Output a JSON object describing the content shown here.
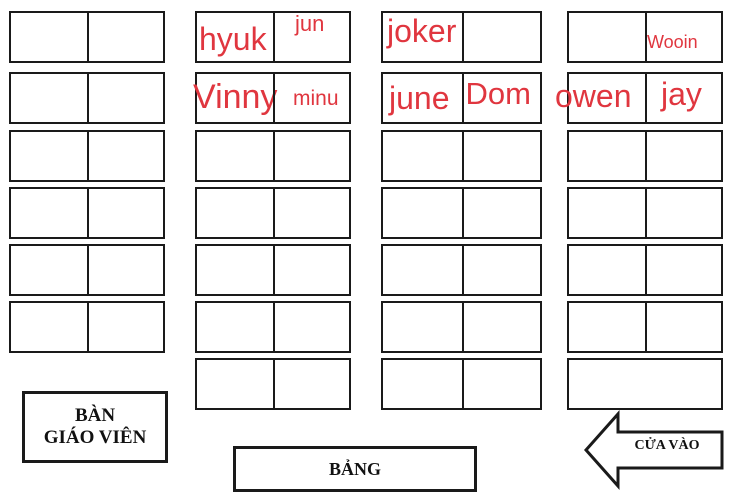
{
  "teacher_desk": {
    "line1": "BÀN",
    "line2": "GIÁO VIÊN"
  },
  "board": {
    "label": "BẢNG"
  },
  "entrance": {
    "label": "CỬA VÀO",
    "icon": "arrow-left-icon"
  },
  "colors": {
    "name_color": "#e0363f",
    "line_color": "#1a1a1a"
  },
  "columns": [
    {
      "name": "column-1",
      "rows": [
        {
          "seats": [
            "",
            ""
          ]
        },
        {
          "seats": [
            "",
            ""
          ]
        },
        {
          "seats": [
            "",
            ""
          ]
        },
        {
          "seats": [
            "",
            ""
          ]
        },
        {
          "seats": [
            "",
            ""
          ]
        },
        {
          "seats": [
            "",
            ""
          ]
        }
      ]
    },
    {
      "name": "column-2",
      "rows": [
        {
          "seats": [
            "hyuk",
            "jun"
          ]
        },
        {
          "seats": [
            "Vinny",
            "minu"
          ]
        },
        {
          "seats": [
            "",
            ""
          ]
        },
        {
          "seats": [
            "",
            ""
          ]
        },
        {
          "seats": [
            "",
            ""
          ]
        },
        {
          "seats": [
            "",
            ""
          ]
        },
        {
          "seats": [
            "",
            ""
          ]
        }
      ]
    },
    {
      "name": "column-3",
      "rows": [
        {
          "seats": [
            "joker",
            ""
          ]
        },
        {
          "seats": [
            "june",
            "Dom"
          ]
        },
        {
          "seats": [
            "",
            ""
          ]
        },
        {
          "seats": [
            "",
            ""
          ]
        },
        {
          "seats": [
            "",
            ""
          ]
        },
        {
          "seats": [
            "",
            ""
          ]
        },
        {
          "seats": [
            "",
            ""
          ]
        }
      ]
    },
    {
      "name": "column-4",
      "rows": [
        {
          "seats": [
            "",
            "Wooin"
          ]
        },
        {
          "seats": [
            "owen",
            "jay"
          ]
        },
        {
          "seats": [
            "",
            ""
          ]
        },
        {
          "seats": [
            "",
            ""
          ]
        },
        {
          "seats": [
            "",
            ""
          ]
        },
        {
          "seats": [
            "",
            ""
          ]
        },
        {
          "seats": [
            ""
          ]
        }
      ]
    }
  ]
}
